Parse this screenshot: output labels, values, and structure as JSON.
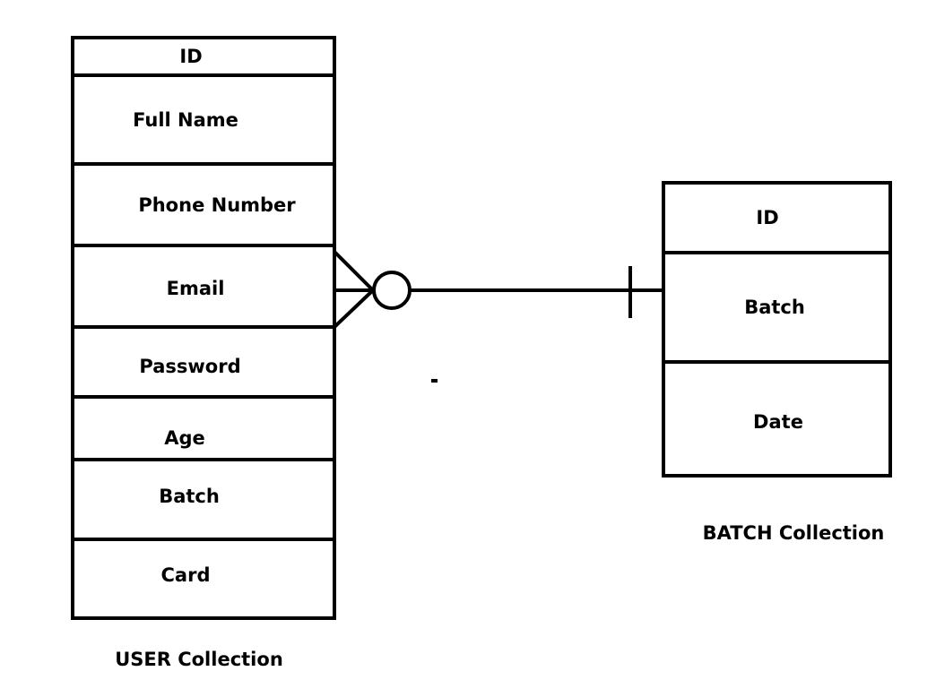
{
  "user_collection": {
    "caption": "USER Collection",
    "fields": [
      "ID",
      "Full Name",
      "Phone Number",
      "Email",
      "Password",
      "Age",
      "Batch",
      "Card"
    ]
  },
  "batch_collection": {
    "caption": "BATCH Collection",
    "fields": [
      "ID",
      "Batch",
      "Date"
    ]
  },
  "relationship": {
    "from": "user_collection.Email",
    "to": "batch_collection.Batch",
    "user_side": "zero-or-many",
    "batch_side": "one"
  },
  "colors": {
    "line": "#000000",
    "background": "#ffffff"
  }
}
